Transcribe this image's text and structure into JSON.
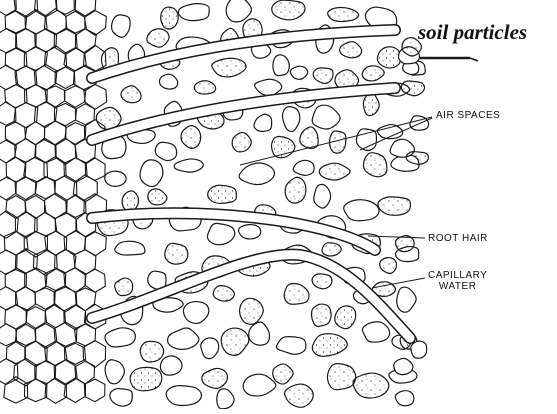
{
  "labels": {
    "soil_particles": "soil particles",
    "air_spaces": "AIR SPACES",
    "root_hair": "ROOT HAIR",
    "capillary_line1": "CAPILLARY",
    "capillary_line2": "WATER"
  },
  "colors": {
    "ink": "#1a1a1a",
    "paper": "#ffffff"
  }
}
